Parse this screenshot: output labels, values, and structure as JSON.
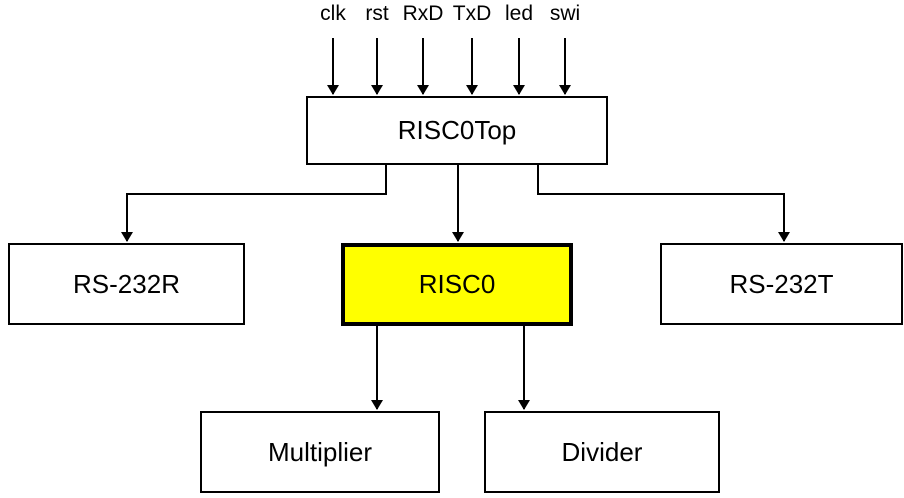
{
  "inputs": [
    "clk",
    "rst",
    "RxD",
    "TxD",
    "led",
    "swi"
  ],
  "blocks": {
    "top": "RISC0Top",
    "rs232r": "RS-232R",
    "risc0": "RISC0",
    "rs232t": "RS-232T",
    "multiplier": "Multiplier",
    "divider": "Divider"
  },
  "colors": {
    "highlight": "#ffff00",
    "line": "#000000"
  }
}
